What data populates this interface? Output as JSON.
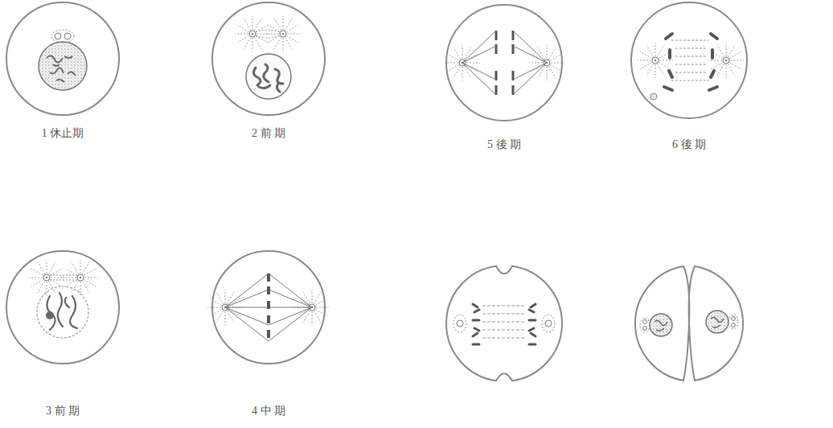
{
  "diagram": {
    "labels": [
      "1 休止期",
      "2 前 期",
      "5 後 期",
      "6 後 期",
      "3 前 期",
      "4 中 期"
    ]
  }
}
